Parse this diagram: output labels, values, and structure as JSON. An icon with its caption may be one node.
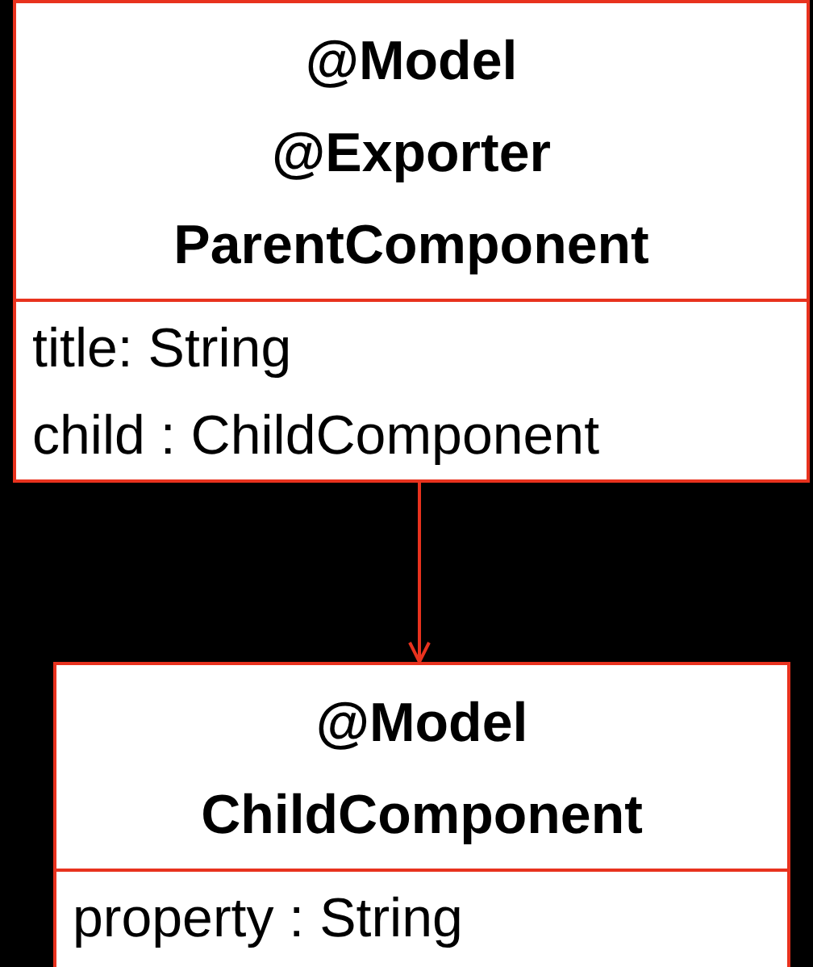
{
  "diagram": {
    "nodes": [
      {
        "text": [
          "@Model",
          "@Exporter",
          "ParentComponent",
          "title: String",
          "child : ChildComponent"
        ]
      },
      {
        "text": [
          "@Model",
          "ChildComponent",
          "property : String"
        ]
      }
    ],
    "edges": [
      {
        "from": 0,
        "to": 1,
        "arrow": "to"
      }
    ]
  }
}
